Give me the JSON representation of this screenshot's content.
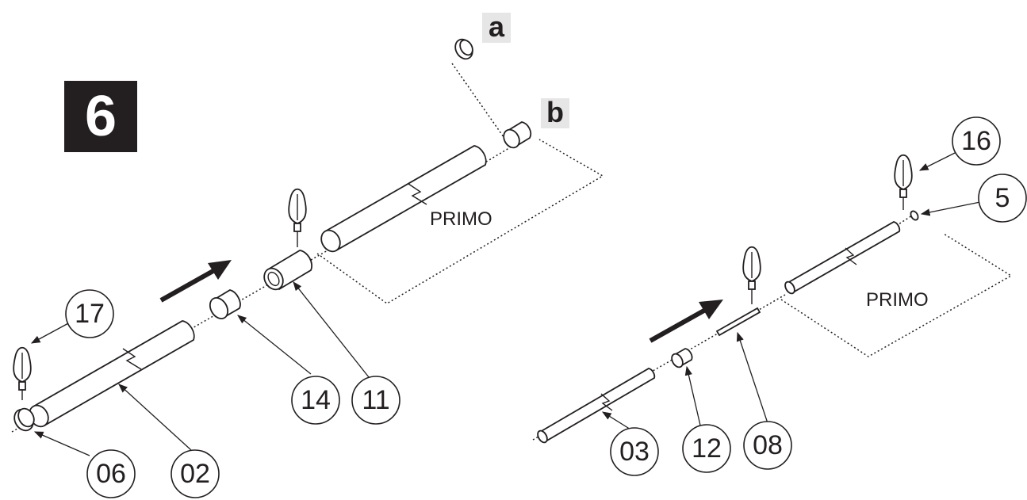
{
  "step": {
    "number": "6"
  },
  "variants": {
    "a": "a",
    "b": "b"
  },
  "labels": {
    "left_model": "PRIMO",
    "right_model": "PRIMO"
  },
  "callouts": {
    "c17": "17",
    "c06": "06",
    "c02": "02",
    "c14": "14",
    "c11": "11",
    "c16": "16",
    "c5": "5",
    "c03": "03",
    "c12": "12",
    "c08": "08"
  }
}
